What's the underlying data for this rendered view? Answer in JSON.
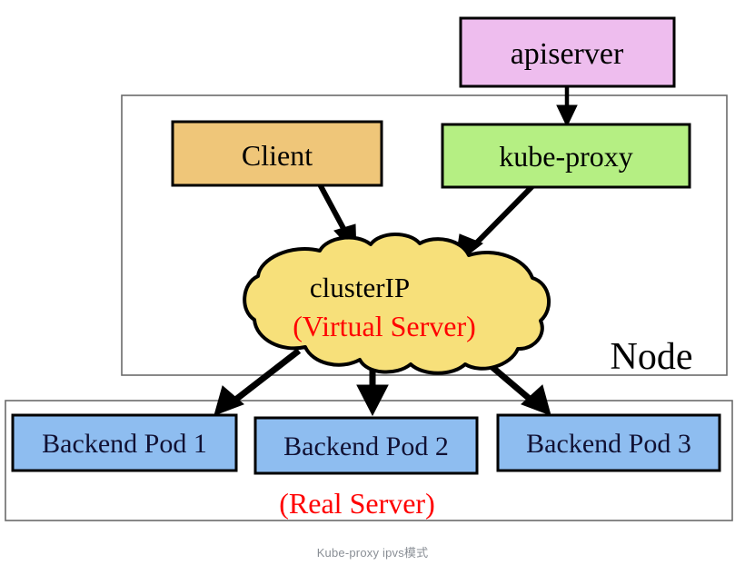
{
  "diagram": {
    "title_caption": "Kube-proxy ipvs模式",
    "containers": [
      {
        "id": "node-box",
        "label": "Node"
      },
      {
        "id": "backend-box",
        "label": "(Real Server)"
      }
    ],
    "nodes": [
      {
        "id": "apiserver",
        "label": "apiserver",
        "shape": "rect",
        "fill": "#eebdee",
        "stroke": "#000000",
        "text_color": "#000000"
      },
      {
        "id": "client",
        "label": "Client",
        "shape": "rect",
        "fill": "#efc679",
        "stroke": "#000000",
        "text_color": "#000000"
      },
      {
        "id": "kube-proxy",
        "label": "kube-proxy",
        "shape": "rect",
        "fill": "#b5ef83",
        "stroke": "#000000",
        "text_color": "#000000"
      },
      {
        "id": "clusterip",
        "label": "clusterIP",
        "shape": "cloud",
        "fill": "#f7e07a",
        "stroke": "#000000",
        "text_color": "#000000"
      },
      {
        "id": "pod1",
        "label": "Backend Pod 1",
        "shape": "rect",
        "fill": "#8ebdf0",
        "stroke": "#000000",
        "text_color": "#111133"
      },
      {
        "id": "pod2",
        "label": "Backend Pod 2",
        "shape": "rect",
        "fill": "#8ebdf0",
        "stroke": "#000000",
        "text_color": "#111133"
      },
      {
        "id": "pod3",
        "label": "Backend Pod 3",
        "shape": "rect",
        "fill": "#8ebdf0",
        "stroke": "#000000",
        "text_color": "#111133"
      }
    ],
    "annotations": [
      {
        "id": "virtual-server",
        "label": "(Virtual Server)",
        "color": "#ff0000"
      },
      {
        "id": "real-server",
        "label": "(Real Server)",
        "color": "#ff0000"
      },
      {
        "id": "node-name",
        "label": "Node",
        "color": "#000000"
      }
    ],
    "edges": [
      {
        "id": "apiserver-to-kube-proxy",
        "from": "apiserver",
        "to": "kube-proxy"
      },
      {
        "id": "client-to-clusterip",
        "from": "client",
        "to": "clusterip"
      },
      {
        "id": "kube-proxy-to-clusterip",
        "from": "kube-proxy",
        "to": "clusterip"
      },
      {
        "id": "clusterip-to-pod1",
        "from": "clusterip",
        "to": "pod1"
      },
      {
        "id": "clusterip-to-pod2",
        "from": "clusterip",
        "to": "pod2"
      },
      {
        "id": "clusterip-to-pod3",
        "from": "clusterip",
        "to": "pod3"
      }
    ],
    "colors": {
      "apiserver_fill": "#eebdee",
      "client_fill": "#efc679",
      "kube_proxy_fill": "#b5ef83",
      "clusterip_fill": "#f7e07a",
      "pod_fill": "#8ebdf0",
      "accent_red": "#ff0000",
      "edge_stroke": "#000000",
      "container_stroke": "#666666",
      "caption_color": "#8a8f96"
    }
  }
}
